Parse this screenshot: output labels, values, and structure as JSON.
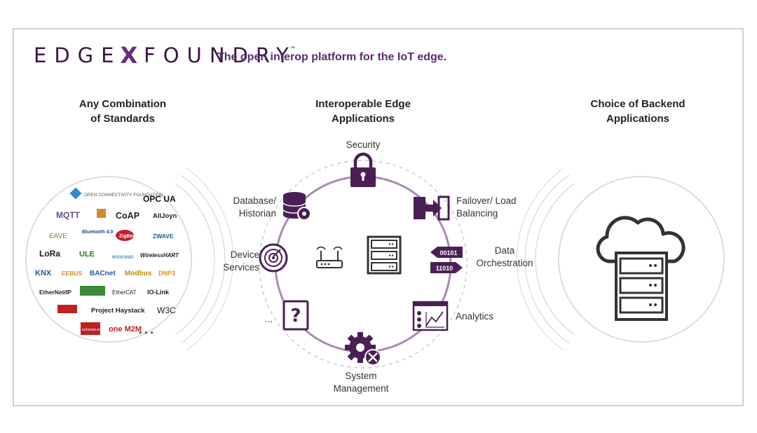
{
  "brand": {
    "name_left": "EDGE",
    "name_x": "X",
    "name_right": "FOUNDRY",
    "trademark": "™",
    "tagline": "The open interop platform for the IoT edge."
  },
  "columns": {
    "left_title": [
      "Any Combination",
      "of Standards"
    ],
    "center_title": [
      "Interoperable Edge",
      "Applications"
    ],
    "right_title": [
      "Choice of Backend",
      "Applications"
    ]
  },
  "nodes": {
    "security": "Security",
    "failover": [
      "Failover/ Load",
      "Balancing"
    ],
    "orchestration": [
      "Data",
      "Orchestration"
    ],
    "analytics": "Analytics",
    "system_mgmt": [
      "System",
      "Management"
    ],
    "more": "...",
    "device_services": [
      "Device",
      "Services"
    ],
    "database": [
      "Database/",
      "Historian"
    ]
  },
  "orchestration_bits": [
    "00101",
    "11010"
  ],
  "standards": [
    "OPEN CONNECTIVITY FOUNDATION",
    "OPC UA",
    "MQTT",
    "CoAP",
    "AllJoyn",
    "EAVE",
    "Bluetooth 4.0",
    "ZigBee",
    "ZWAVE",
    "LoRa",
    "ULE",
    "enocean",
    "WirelessHART",
    "KNX",
    "EEBUS",
    "BACnet",
    "Modbus",
    "DNP3",
    "EtherNet/IP",
    "EtherCAT",
    "IO-Link",
    "Project Haystack",
    "W3C",
    "echonet.org",
    "one M2M",
    "• • •"
  ],
  "colors": {
    "brand_purple": "#5b2a74",
    "dark_purple": "#3a1840",
    "ring": "#9b7ea8",
    "ring_dash": "#c9c9c9",
    "gray_circle": "#d6d6d6"
  }
}
